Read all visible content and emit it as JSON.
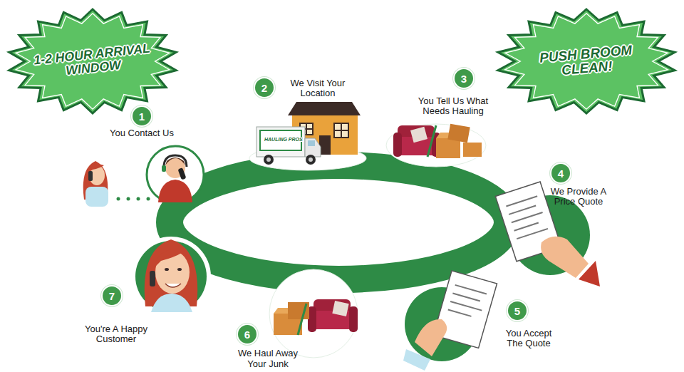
{
  "diagram": {
    "nodes": [
      {
        "text": [
          "1-2 HOUR ARRIVAL WINDOW"
        ]
      },
      {
        "text": [
          "PUSH BROOM CLEAN!"
        ]
      },
      {
        "text": [
          "1",
          "You Contact Us"
        ]
      },
      {
        "text": [
          "2",
          "We Visit Your Location"
        ]
      },
      {
        "text": [
          "3",
          "You Tell Us What Needs Hauling"
        ]
      },
      {
        "text": [
          "4",
          "We Provide A Price Quote"
        ]
      },
      {
        "text": [
          "5",
          "You Accept The Quote"
        ]
      },
      {
        "text": [
          "6",
          "We Haul Away Your Junk"
        ]
      },
      {
        "text": [
          "7",
          "You're A Happy Customer"
        ]
      }
    ],
    "labels": [
      "HAULING PROS"
    ]
  }
}
